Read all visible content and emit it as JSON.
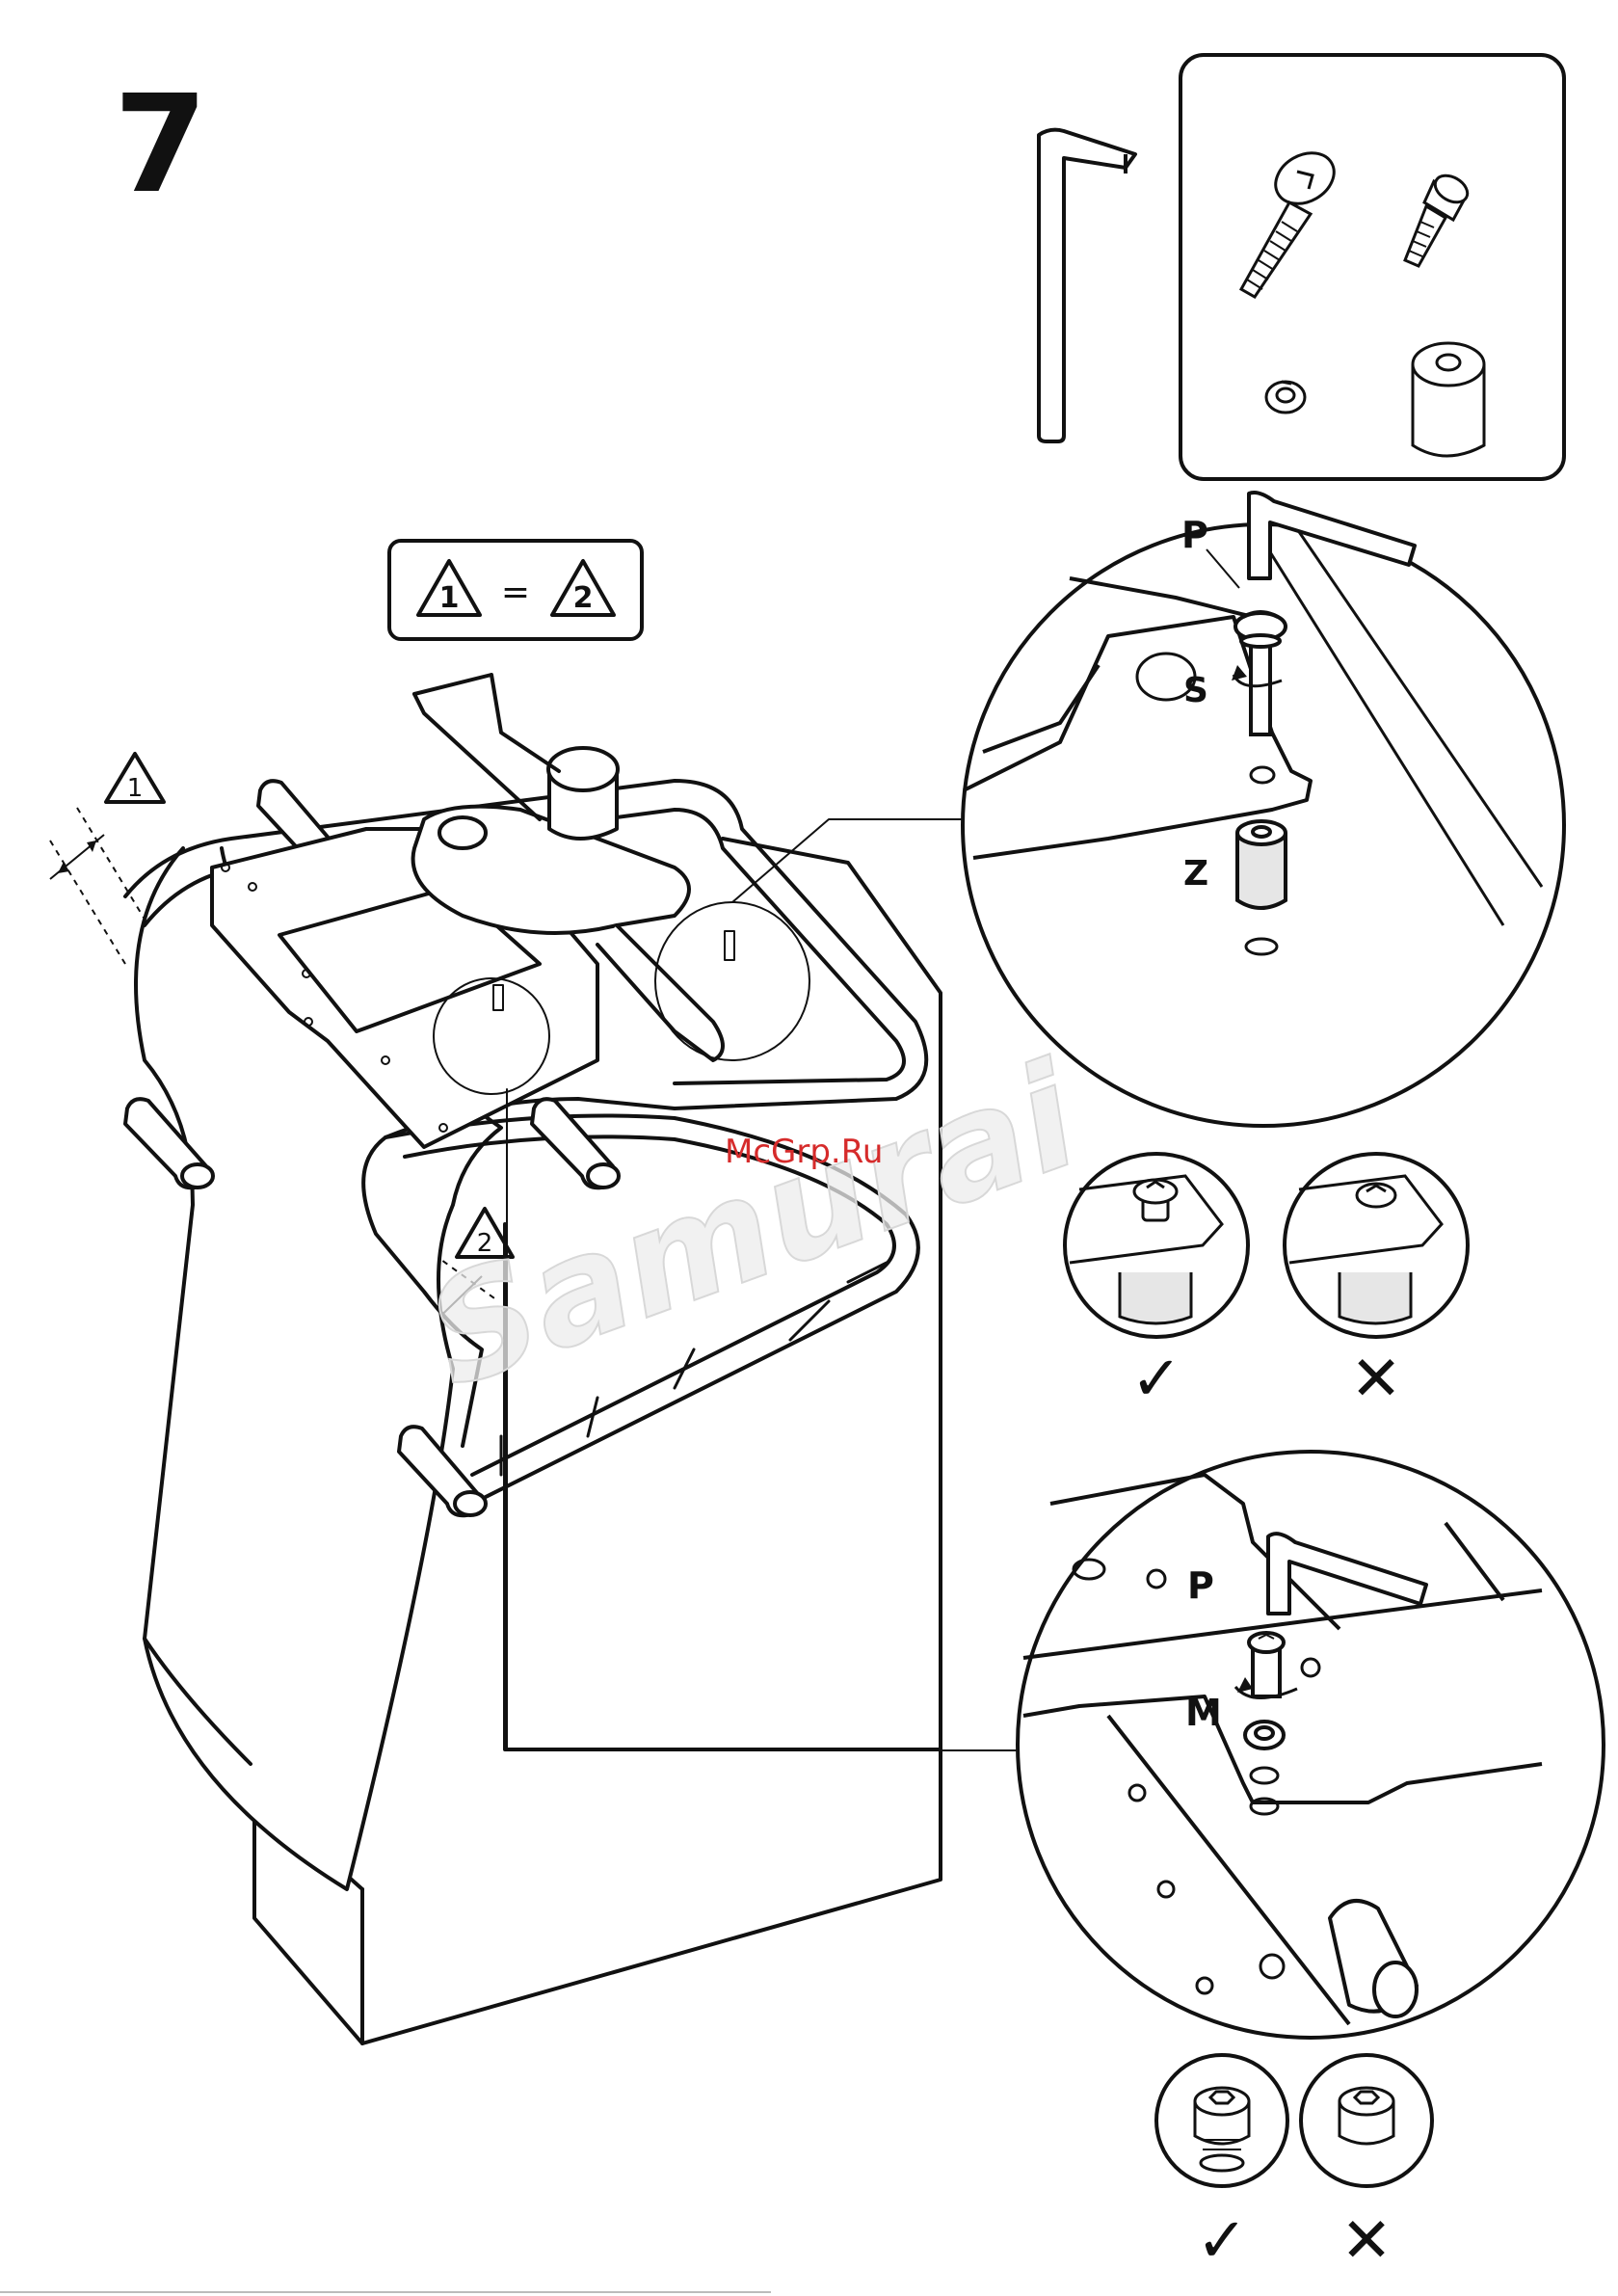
{
  "page": {
    "step_number": "7",
    "equality_note": {
      "left": "1",
      "symbol": "=",
      "right": "2"
    },
    "warning_marks": [
      "1",
      "2"
    ],
    "labels": {
      "p": "P",
      "s": "S",
      "z": "Z",
      "m": "M"
    },
    "check_mark": "✓",
    "cross_mark": "✕",
    "watermark_site": "McGrp.Ru",
    "watermark_brand": "Samurai"
  },
  "colors": {
    "ink": "#111111",
    "paper": "#ffffff",
    "spacer_fill": "#e6e6e6",
    "watermark_red": "#d62b2b",
    "watermark_gray": "#ececec"
  }
}
